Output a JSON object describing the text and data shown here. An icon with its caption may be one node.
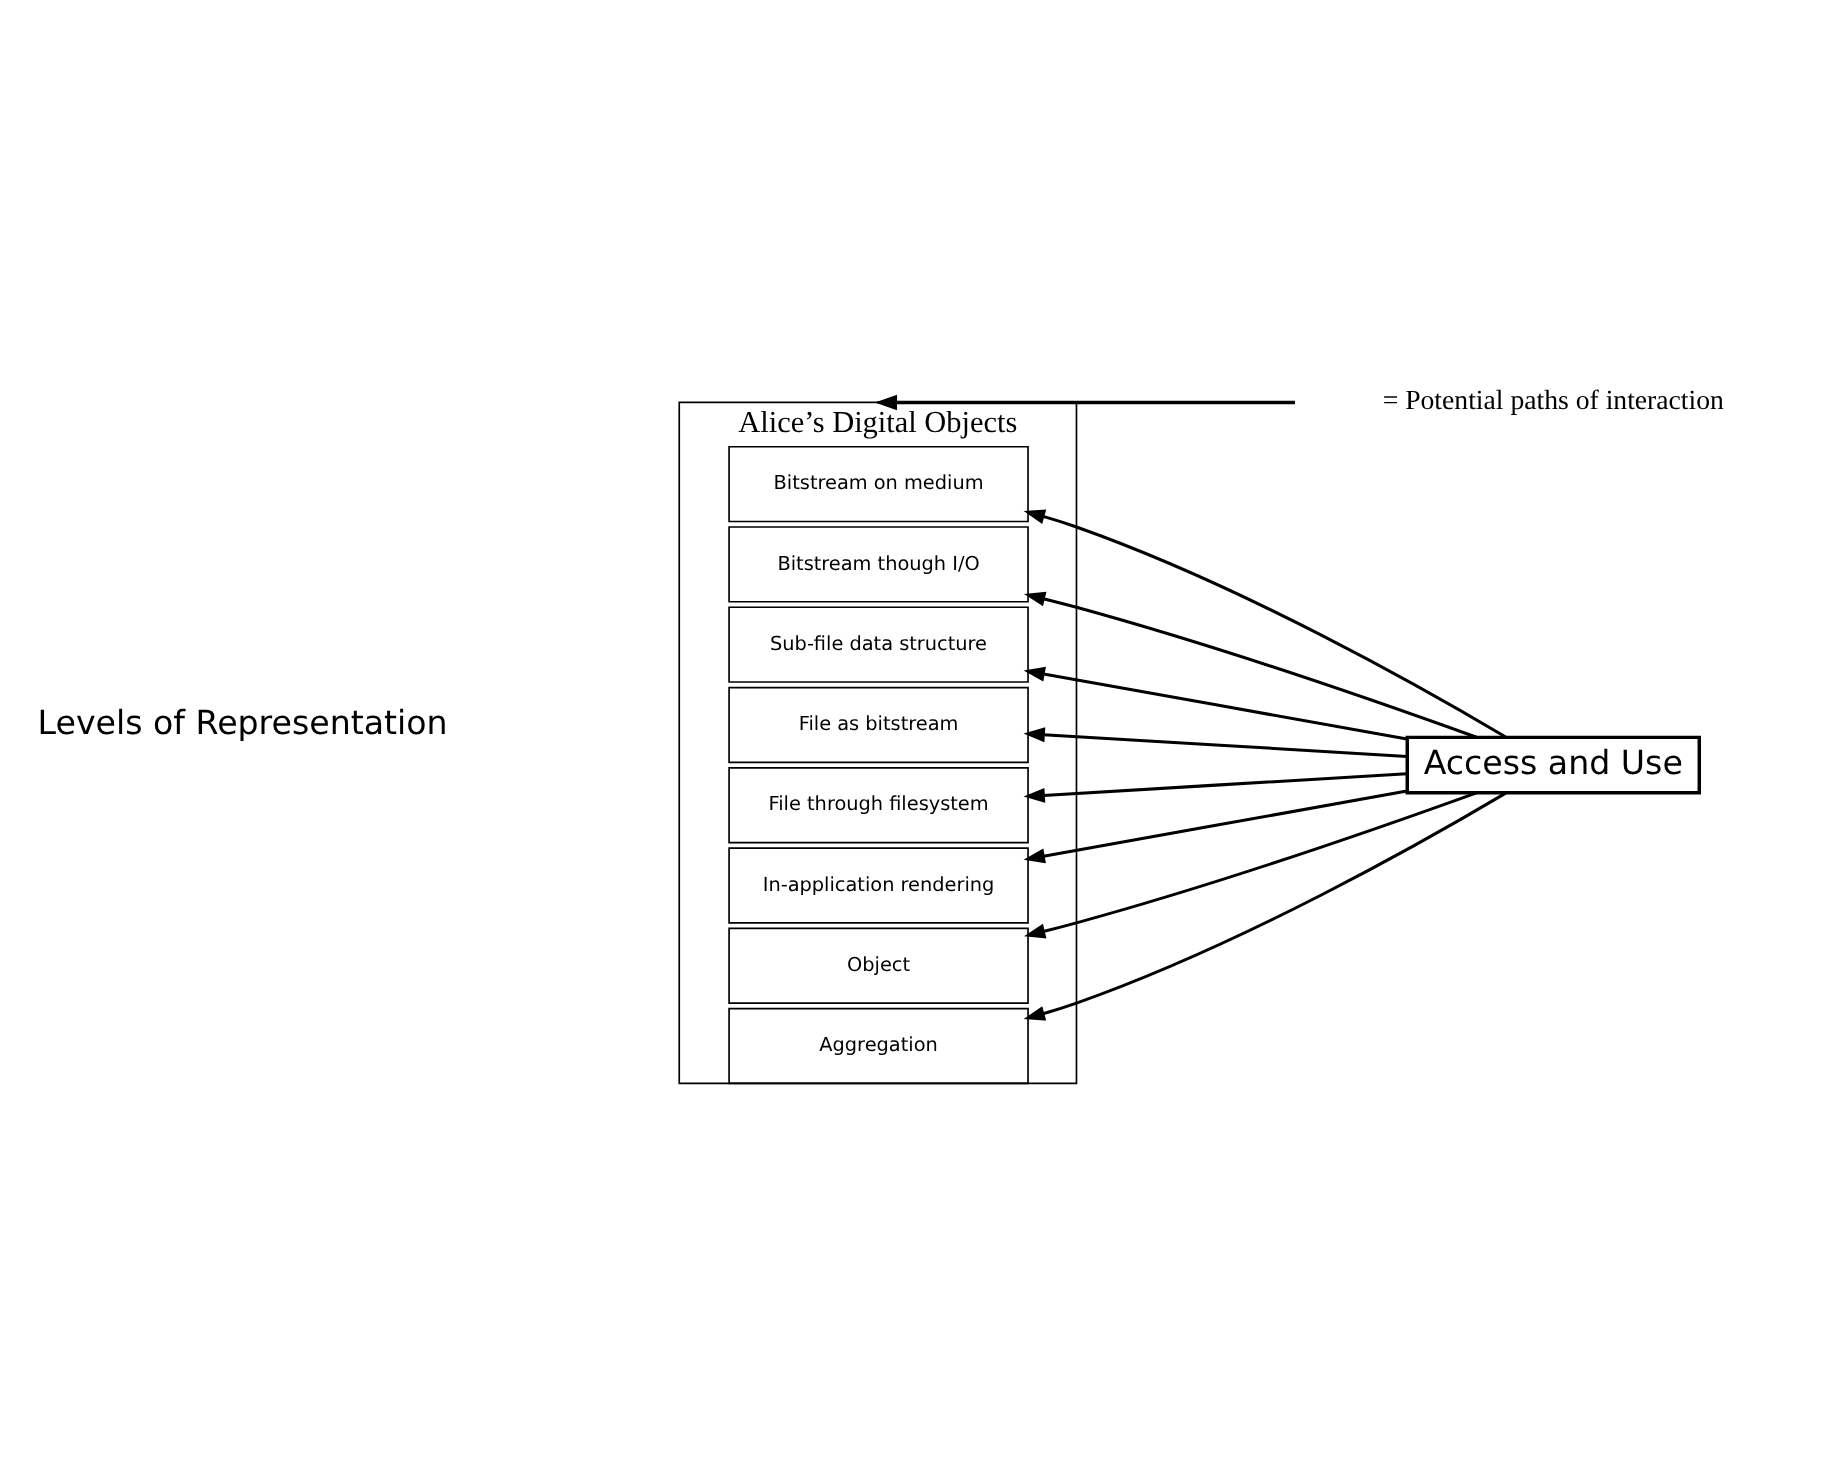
{
  "diagram": {
    "nodes": [
      {
        "text": [
          "Alice’s Digital Objects"
        ]
      },
      {
        "text": [
          "Aggregation"
        ],
        "in": 0
      },
      {
        "text": [
          "Object"
        ],
        "in": 0
      },
      {
        "text": [
          "In-application rendering"
        ],
        "in": 0
      },
      {
        "text": [
          "File through filesystem"
        ],
        "in": 0
      },
      {
        "text": [
          "File as bitstream"
        ],
        "in": 0
      },
      {
        "text": [
          "Sub-file data structure"
        ],
        "in": 0
      },
      {
        "text": [
          "Bitstream though I/O"
        ],
        "in": 0
      },
      {
        "text": [
          "Bitstream on medium"
        ],
        "in": 0
      },
      {
        "text": [
          "Access and Use"
        ]
      }
    ],
    "edges": [
      {
        "from": 9,
        "to": 1,
        "arrow": "to"
      },
      {
        "from": 9,
        "to": 2,
        "arrow": "to"
      },
      {
        "from": 9,
        "to": 3,
        "arrow": "to"
      },
      {
        "from": 9,
        "to": 4,
        "arrow": "to"
      },
      {
        "from": 9,
        "to": 5,
        "arrow": "to"
      },
      {
        "from": 9,
        "to": 6,
        "arrow": "to"
      },
      {
        "from": 9,
        "to": 7,
        "arrow": "to"
      },
      {
        "from": 9,
        "to": 8,
        "arrow": "to"
      }
    ],
    "labels": [
      "Levels of Representation"
    ],
    "legend": [
      {
        "text": "= Potential paths of interaction"
      }
    ]
  }
}
